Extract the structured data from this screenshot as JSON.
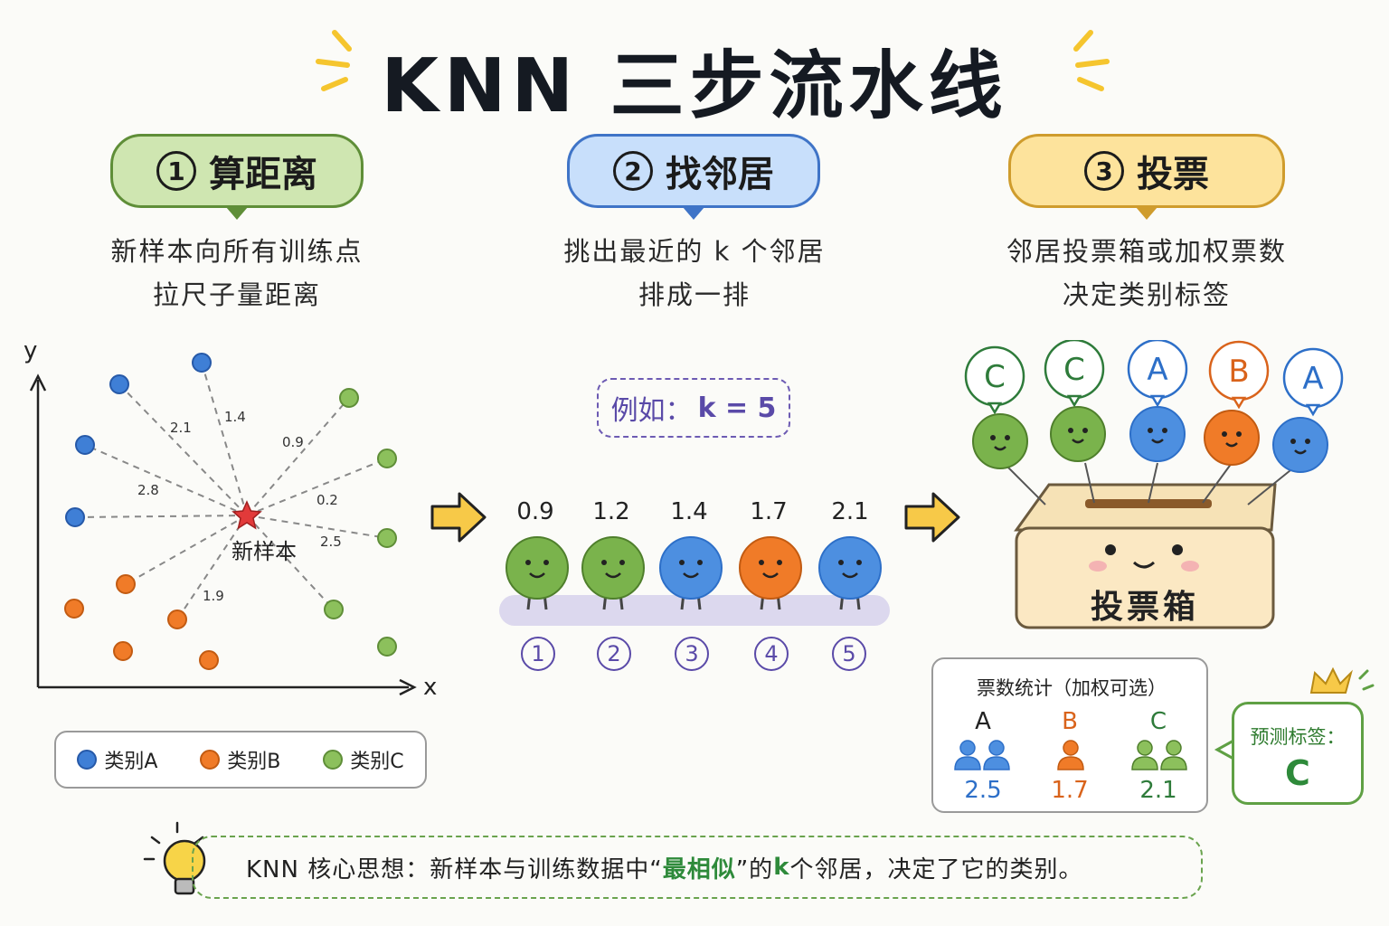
{
  "title": "KNN 三步流水线",
  "steps": [
    {
      "num": "1",
      "title": "算距离",
      "desc_line1": "新样本向所有训练点",
      "desc_line2": "拉尺子量距离"
    },
    {
      "num": "2",
      "title": "找邻居",
      "desc_line1": "挑出最近的 k 个邻居",
      "desc_line2": "排成一排"
    },
    {
      "num": "3",
      "title": "投票",
      "desc_line1": "邻居投票箱或加权票数",
      "desc_line2": "决定类别标签"
    }
  ],
  "scatter": {
    "x_label": "x",
    "y_label": "y",
    "query_label": "新样本",
    "distance_labels": [
      "2.1",
      "1.4",
      "0.9",
      "2.8",
      "0.2",
      "2.5",
      "1.9"
    ]
  },
  "legend": [
    {
      "label": "类别A",
      "color": "#3f7fd6"
    },
    {
      "label": "类别B",
      "color": "#f07b28"
    },
    {
      "label": "类别C",
      "color": "#7ab34c"
    }
  ],
  "example": {
    "prefix": "例如：",
    "k": "k = 5"
  },
  "neighbors": [
    {
      "dist": "0.9",
      "rank": "1",
      "class": "C",
      "color": "#7ab34c"
    },
    {
      "dist": "1.2",
      "rank": "2",
      "class": "C",
      "color": "#7ab34c"
    },
    {
      "dist": "1.4",
      "rank": "3",
      "class": "A",
      "color": "#4d8fe0"
    },
    {
      "dist": "1.7",
      "rank": "4",
      "class": "B",
      "color": "#f07b28"
    },
    {
      "dist": "2.1",
      "rank": "5",
      "class": "A",
      "color": "#4d8fe0"
    }
  ],
  "votes": [
    {
      "label": "C",
      "color": "#2e7b3a",
      "body": "#7ab34c"
    },
    {
      "label": "C",
      "color": "#2e7b3a",
      "body": "#7ab34c"
    },
    {
      "label": "A",
      "color": "#2d6fc8",
      "body": "#4d8fe0"
    },
    {
      "label": "B",
      "color": "#d9631b",
      "body": "#f07b28"
    },
    {
      "label": "A",
      "color": "#2d6fc8",
      "body": "#4d8fe0"
    }
  ],
  "ballot_box_label": "投票箱",
  "stats": {
    "title": "票数统计（加权可选）",
    "columns": [
      {
        "label": "A",
        "value": "2.5",
        "color": "#2d6fc8",
        "count": 2
      },
      {
        "label": "B",
        "value": "1.7",
        "color": "#d9631b",
        "count": 1
      },
      {
        "label": "C",
        "value": "2.1",
        "color": "#2e7b3a",
        "count": 2
      }
    ]
  },
  "prediction": {
    "label": "预测标签：",
    "value": "C"
  },
  "bottom": {
    "prefix": "KNN 核心思想：新样本与训练数据中“",
    "highlight": "最相似",
    "middle": "”的 ",
    "k": "k",
    "suffix": " 个邻居，决定了它的类别。"
  },
  "colors": {
    "class_a": "#3f7fd6",
    "class_b": "#f07b28",
    "class_c": "#7ab34c",
    "accent_purple": "#5a4aa8",
    "arrow_yellow": "#f7c948"
  }
}
